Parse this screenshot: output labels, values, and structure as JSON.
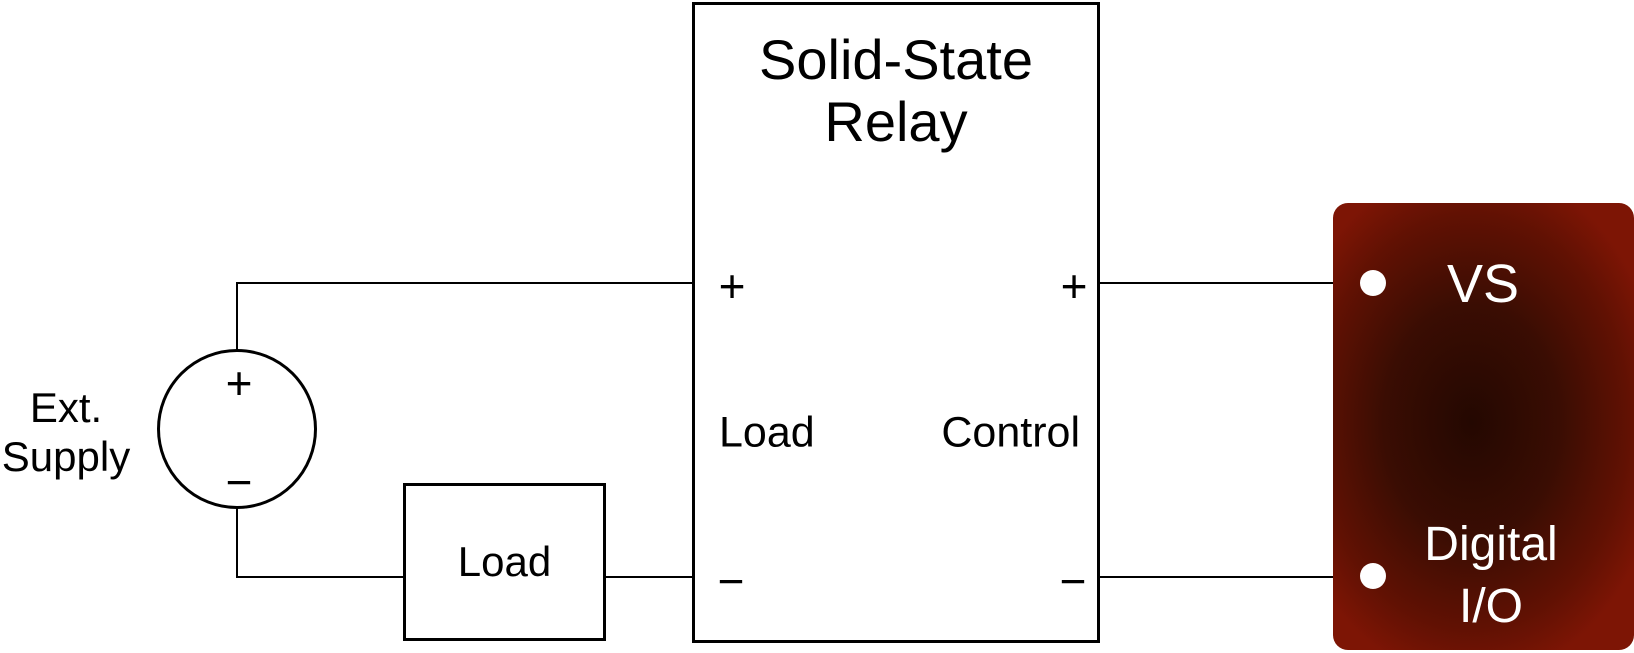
{
  "relay": {
    "title_line1": "Solid-State",
    "title_line2": "Relay",
    "load_side": {
      "plus": "+",
      "label": "Load",
      "minus": "−"
    },
    "control_side": {
      "plus": "+",
      "label": "Control",
      "minus": "−"
    }
  },
  "ext_supply": {
    "plus": "+",
    "minus": "−",
    "label_line1": "Ext.",
    "label_line2": "Supply"
  },
  "load_box": {
    "label": "Load"
  },
  "daq": {
    "top_terminal_label": "VS",
    "bottom_terminal_label_line1": "Digital",
    "bottom_terminal_label_line2": "I/O",
    "text_color": "#ffffff",
    "edge_color": "#7d1505",
    "center_color": "#240801"
  },
  "colors": {
    "background": "#ffffff",
    "wire": "#000000"
  }
}
